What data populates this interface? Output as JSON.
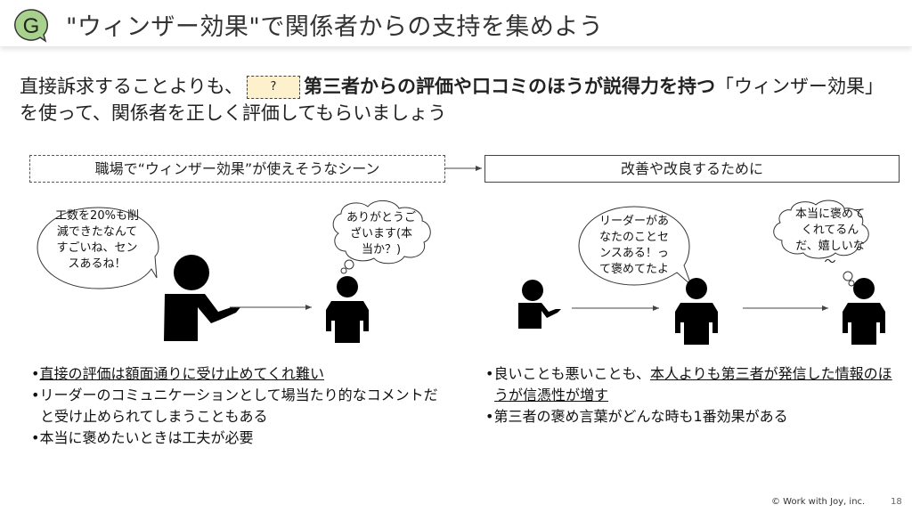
{
  "header": {
    "badge": "G",
    "title": "\"ウィンザー効果\"で関係者からの支持を集めよう",
    "badge_color": "#a9d18e"
  },
  "intro": {
    "part1": "直接訴求することよりも、",
    "bold1": "第三者からの評価や口コミのほうが説得力を持つ",
    "part2": "「ウィンザー効果」を使って、関係者を正しく評価してもらいましょう",
    "hidden_label": "?"
  },
  "boxes": {
    "left": "職場で“ウィンザー効果”が使えそうなシーン",
    "right": "改善や改良するために"
  },
  "left_scene": {
    "speech": "工数を20%も削減できたなんてすごいね、センスあるね！",
    "thought": "ありがとうございます(本当か？)"
  },
  "right_scene": {
    "speech": "リーダーがあなたのことセンスある！って褒めてたよ",
    "thought": "本当に褒めてくれてるんだ、嬉しいな～"
  },
  "left_bullets": [
    "直接の評価は額面通りに受け止めてくれ難い",
    "リーダーのコミュニケーションとして場当たり的なコメントだと受け止められてしまうこともある",
    "本当に褒めたいときは工夫が必要"
  ],
  "right_bullets": {
    "b1_pre": "良いことも悪いことも、",
    "b1_u": "本人よりも第三者が発信した情報のほうが信憑性が増す",
    "b2": "第三者の褒め言葉がどんな時も1番効果がある"
  },
  "footer": {
    "copyright": "© Work with Joy, inc.",
    "page": "18"
  }
}
